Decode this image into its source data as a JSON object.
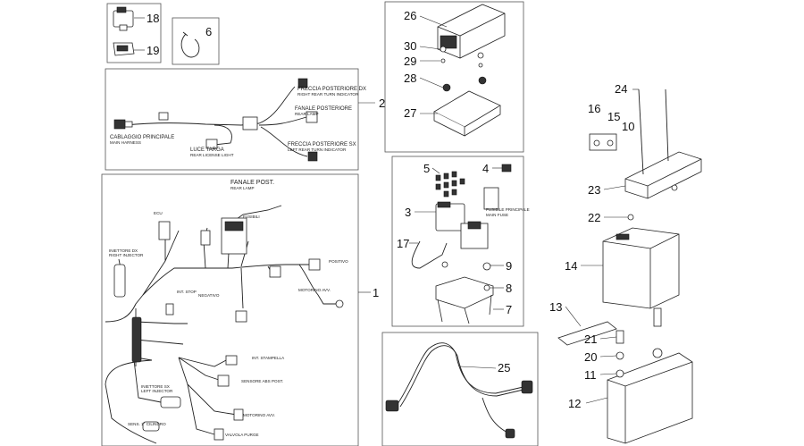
{
  "callouts": {
    "c1": "1",
    "c2": "2",
    "c3": "3",
    "c4": "4",
    "c5": "5",
    "c6": "6",
    "c7": "7",
    "c8": "8",
    "c9": "9",
    "c10": "10",
    "c11": "11",
    "c12": "12",
    "c13": "13",
    "c14": "14",
    "c15": "15",
    "c16": "16",
    "c17": "17",
    "c18": "18",
    "c19": "19",
    "c20": "20",
    "c21": "21",
    "c22": "22",
    "c23": "23",
    "c24": "24",
    "c25": "25",
    "c26": "26",
    "c27": "27",
    "c28": "28",
    "c29": "29",
    "c30": "30"
  },
  "harness_rear": {
    "main_wiring": "CABLAGGIO PRINCIPALE",
    "main_wiring_en": "MAIN HARNESS",
    "plate_light": "LUCE TARGA",
    "plate_light_en": "REAR LICENSE LIGHT",
    "rear_right_indicator": "FRECCIA POSTERIORE DX",
    "rear_right_indicator_en": "RIGHT REAR TURN INDICATOR",
    "tail_light": "FANALE POSTERIORE",
    "tail_light_en": "REAR LAMP",
    "rear_left_indicator": "FRECCIA POSTERIORE SX",
    "rear_left_indicator_en": "LEFT REAR TURN INDICATOR"
  },
  "harness_main": {
    "tail_light": "FANALE POST.",
    "tail_light_en": "REAR LAMP",
    "ecu": "ECU",
    "injector_dx": "INIETTORE DX",
    "injector_dx_en": "RIGHT INJECTOR",
    "fuses": "FUSIBILI",
    "positive": "POSITIVO",
    "stop": "INT. STOP",
    "negative": "NEGATIVO",
    "engine_motor": "MOTORINO AVV.",
    "stand_switch": "INT. STAMPELLA",
    "abs_sensor": "SENSORE ABS POST.",
    "injector_sx": "INIETTORE SX",
    "injector_sx_en": "LEFT INJECTOR",
    "cylinder_sensor": "SENS. 1° CILINDRO",
    "starter_motor": "MOTORINO AVV.",
    "purge_valve": "VALVOLA PURGE"
  },
  "fuse_box": {
    "main_fuse": "FUSIBILE PRINCIPALE",
    "main_fuse_en": "MAIN FUSE"
  }
}
